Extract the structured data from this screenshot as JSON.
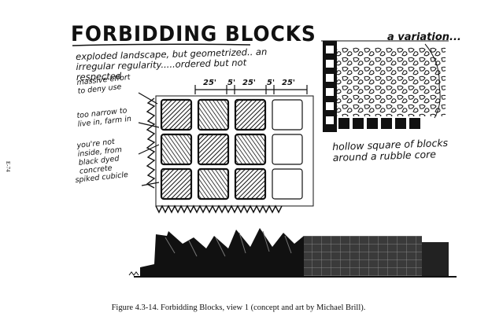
{
  "title": "FORBIDDING BLOCKS",
  "subtitle": "exploded landscape, but geometrized.. an irregular regularity.....ordered but not respected",
  "notes": [
    "massive effort to deny use",
    "too narrow to live in, farm in",
    "you're not inside, from black dyed concrete",
    "spiked cubicle"
  ],
  "dimensions": [
    "25'",
    "5'",
    "25'",
    "5'",
    "25'"
  ],
  "variation_label": "a variation...",
  "hollow_label": "hollow square of blocks around a rubble core",
  "side_label": "E-74",
  "caption": "Figure 4.3-14.  Forbidding Blocks, view 1 (concept and art by Michael Brill)."
}
